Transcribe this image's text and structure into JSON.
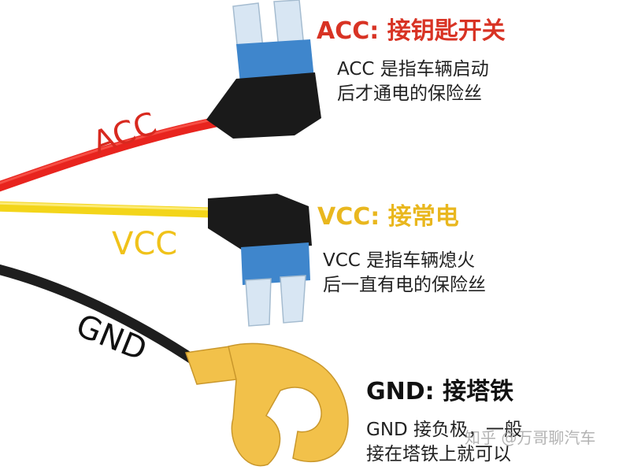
{
  "colors": {
    "acc_wire": "#e8241e",
    "vcc_wire": "#f3d51a",
    "gnd_wire": "#1e1e1e",
    "acc_heading": "#d83324",
    "vcc_heading": "#e9b71e",
    "gnd_heading": "#111111",
    "fuse_blue": "#3f86cc",
    "lug_yellow": "#f2c14a"
  },
  "wires": {
    "acc_label": "ACC",
    "vcc_label": "VCC",
    "gnd_label": "GND"
  },
  "acc": {
    "heading": "ACC: 接钥匙开关",
    "desc_line1": "ACC 是指车辆启动",
    "desc_line2": "后才通电的保险丝"
  },
  "vcc": {
    "heading": "VCC: 接常电",
    "desc_line1": "VCC 是指车辆熄火",
    "desc_line2": "后一直有电的保险丝"
  },
  "gnd": {
    "heading": "GND: 接塔铁",
    "desc_line1": "GND 接负极，一般",
    "desc_line2": "接在塔铁上就可以"
  },
  "watermark": "知乎 @万哥聊汽车"
}
